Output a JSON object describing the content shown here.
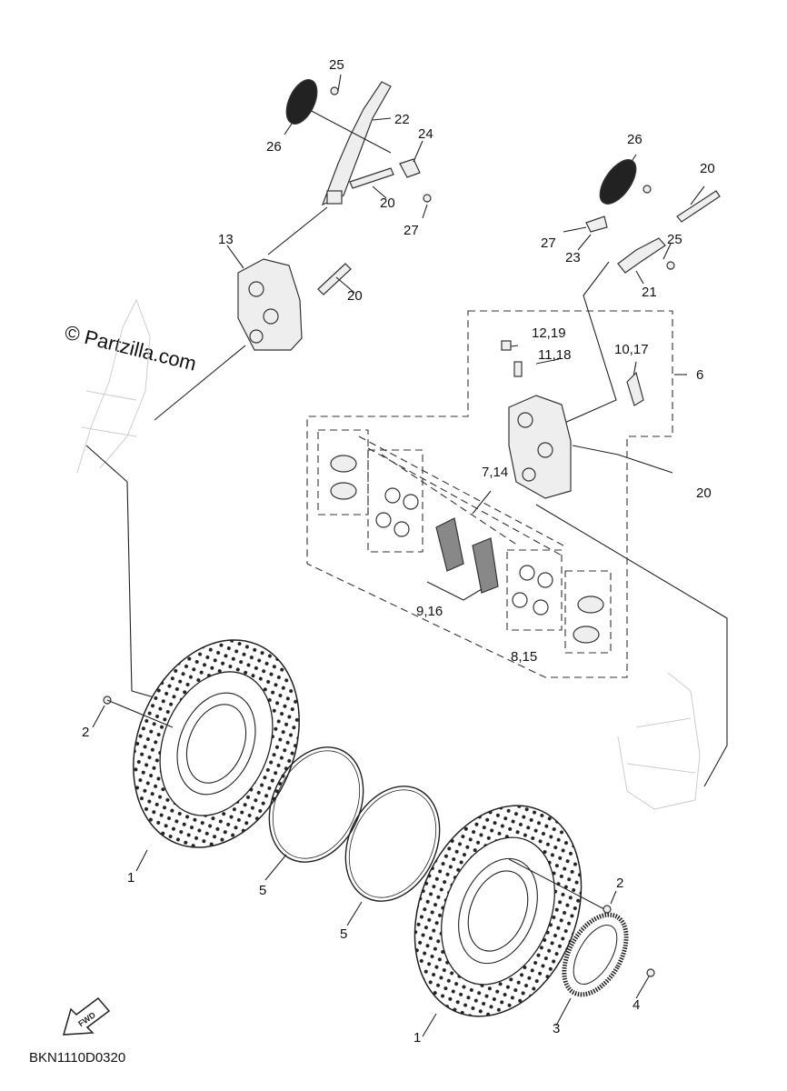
{
  "watermark": "© Partzilla.com",
  "diagram_code": "BKN1110D0320",
  "fwd_label": "FWD",
  "callouts": {
    "c25a": "25",
    "c22": "22",
    "c24": "24",
    "c26a": "26",
    "c20a": "20",
    "c27a": "27",
    "c13": "13",
    "c20b": "20",
    "c26b": "26",
    "c20c": "20",
    "c27b": "27",
    "c23": "23",
    "c25b": "25",
    "c21": "21",
    "c12_19": "12,19",
    "c11_18": "11,18",
    "c10_17": "10,17",
    "c6": "6",
    "c7_14": "7,14",
    "c20d": "20",
    "c9_16": "9,16",
    "c8_15": "8,15",
    "c2a": "2",
    "c1a": "1",
    "c5a": "5",
    "c5b": "5",
    "c2b": "2",
    "c1b": "1",
    "c3": "3",
    "c4": "4"
  }
}
